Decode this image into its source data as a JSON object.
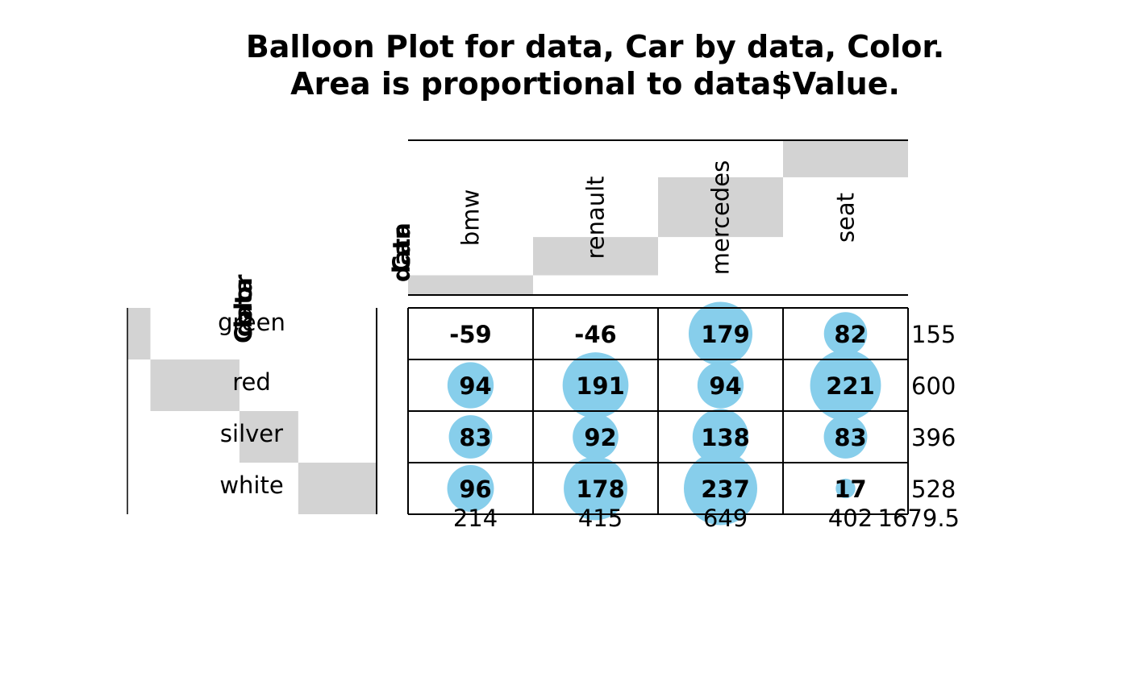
{
  "chart_data": {
    "type": "balloon",
    "title": "Balloon Plot for data, Car by data, Color.",
    "subtitle": "Area is proportional to data$Value.",
    "column_var_label_a": "data",
    "column_var_label_b": "Car",
    "row_var_label_a": "data",
    "row_var_label_b": "Color",
    "columns": [
      "bmw",
      "renault",
      "mercedes",
      "seat"
    ],
    "rows": [
      "green",
      "red",
      "silver",
      "white"
    ],
    "values": [
      [
        -59,
        -46,
        179,
        82
      ],
      [
        94,
        191,
        94,
        221
      ],
      [
        83,
        92,
        138,
        83
      ],
      [
        96,
        178,
        237,
        17
      ]
    ],
    "row_totals": [
      "155",
      "600",
      "396",
      "528"
    ],
    "column_totals": [
      "214",
      "415",
      "649",
      "402"
    ],
    "grand_total": "1679.5",
    "balloon_color": "#87ceeb",
    "margin_bar_color": "#d3d3d3",
    "line_color": "#000000"
  }
}
